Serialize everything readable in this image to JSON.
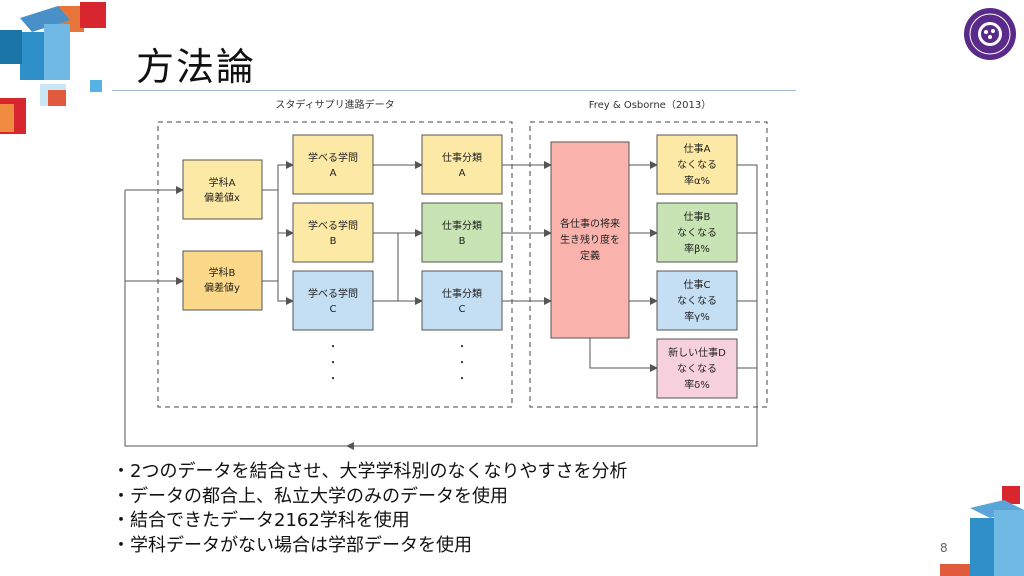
{
  "slide": {
    "title": "方法論",
    "page_number": "8"
  },
  "diagram": {
    "left_group_label": "スタディサプリ進路データ",
    "right_group_label": "Frey & Osborne（2013）",
    "departments": [
      {
        "line1": "学科A",
        "line2": "偏差値x"
      },
      {
        "line1": "学科B",
        "line2": "偏差値y"
      }
    ],
    "studies": [
      {
        "line1": "学べる学問",
        "line2": "A"
      },
      {
        "line1": "学べる学問",
        "line2": "B"
      },
      {
        "line1": "学べる学問",
        "line2": "C"
      }
    ],
    "jobs": [
      {
        "line1": "仕事分類",
        "line2": "A"
      },
      {
        "line1": "仕事分類",
        "line2": "B"
      },
      {
        "line1": "仕事分類",
        "line2": "C"
      }
    ],
    "center_box": {
      "line1": "各仕事の将来",
      "line2": "生き残り度を",
      "line3": "定義"
    },
    "outcomes": [
      {
        "line1": "仕事A",
        "line2": "なくなる",
        "line3": "率α%"
      },
      {
        "line1": "仕事B",
        "line2": "なくなる",
        "line3": "率β%"
      },
      {
        "line1": "仕事C",
        "line2": "なくなる",
        "line3": "率γ%"
      },
      {
        "line1": "新しい仕事D",
        "line2": "なくなる",
        "line3": "率δ%"
      }
    ],
    "ellipsis": "・"
  },
  "bullets": [
    "・2つのデータを結合させ、大学学科別のなくなりやすさを分析",
    "・データの都合上、私立大学のみのデータを使用",
    "・結合できたデータ2162学科を使用",
    "・学科データがない場合は学部データを使用"
  ],
  "colors": {
    "yellow": "#fde9a6",
    "yellow_dark": "#fcd98a",
    "green": "#c9e4b4",
    "blue": "#c4def4",
    "salmon": "#f9b3ac",
    "pink": "#f7d0de",
    "logo": "#5a2a8a"
  }
}
